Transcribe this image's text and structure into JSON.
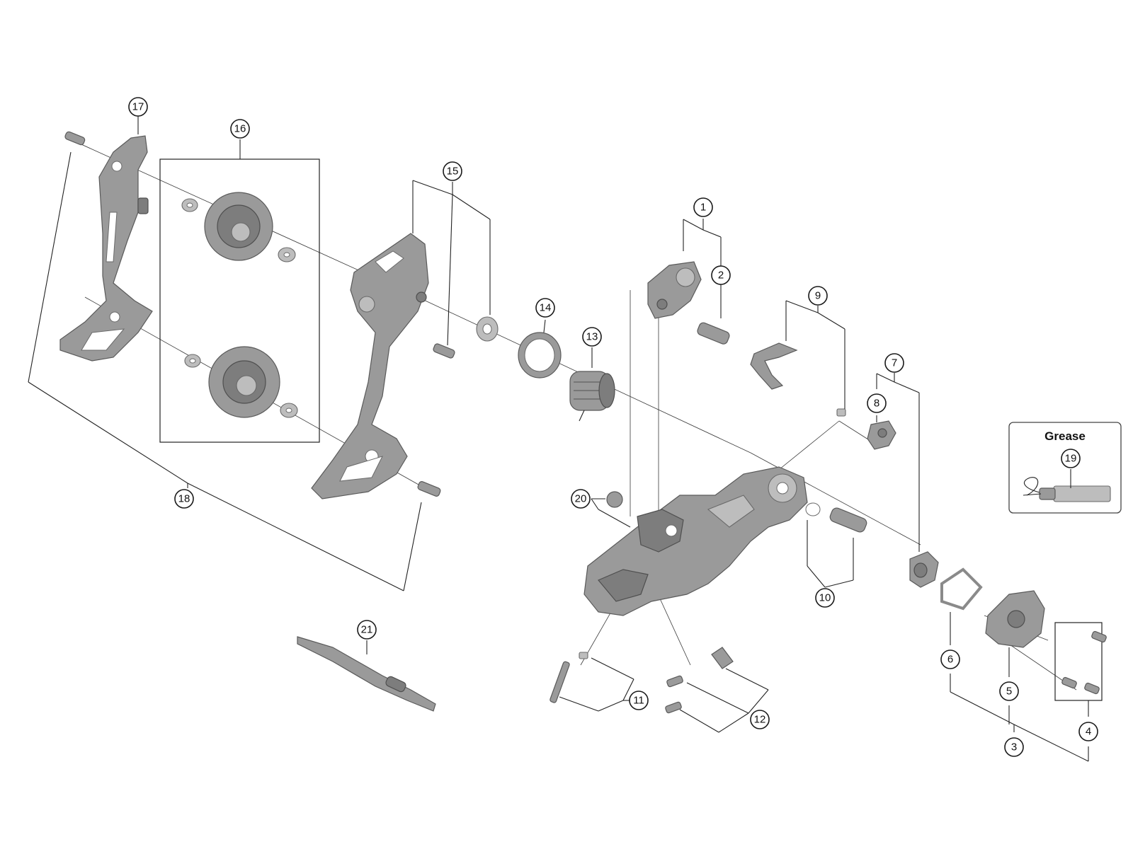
{
  "callouts": {
    "c1": "1",
    "c2": "2",
    "c3": "3",
    "c4": "4",
    "c5": "5",
    "c6": "6",
    "c7": "7",
    "c8": "8",
    "c9": "9",
    "c10": "10",
    "c11": "11",
    "c12": "12",
    "c13": "13",
    "c14": "14",
    "c15": "15",
    "c16": "16",
    "c17": "17",
    "c18": "18",
    "c19": "19",
    "c20": "20",
    "c21": "21"
  },
  "grease": {
    "title": "Grease"
  },
  "colors": {
    "part": "#9a9a9a",
    "part_dark": "#7d7d7d",
    "part_light": "#bdbdbd",
    "line": "#222222"
  }
}
